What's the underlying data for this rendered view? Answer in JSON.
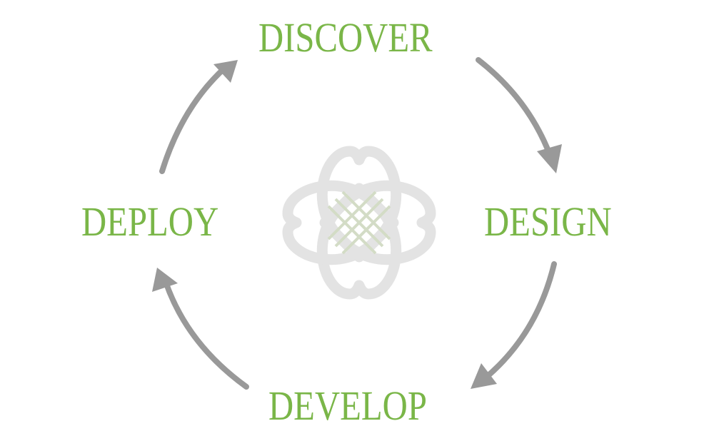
{
  "cycle": {
    "steps": [
      {
        "id": "discover",
        "label": "DISCOVER"
      },
      {
        "id": "design",
        "label": "DESIGN"
      },
      {
        "id": "develop",
        "label": "DEVELOP"
      },
      {
        "id": "deploy",
        "label": "DEPLOY"
      }
    ],
    "center_icon": "interlaced-hearts-knot-icon",
    "colors": {
      "label": "#7ab648",
      "arrow": "#999999",
      "icon_outline": "#e3e3e3",
      "icon_weave": "#d3dcc6"
    }
  }
}
